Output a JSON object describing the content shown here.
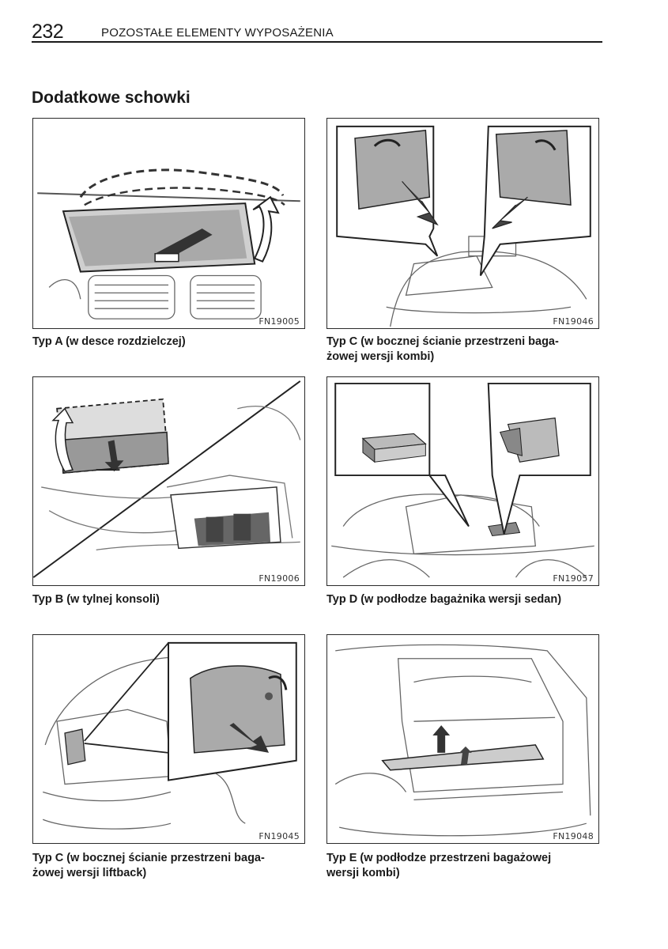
{
  "header": {
    "page_number": "232",
    "section": "POZOSTAŁE ELEMENTY WYPOSAŻENIA"
  },
  "title": "Dodatkowe schowki",
  "figures": [
    {
      "code": "FN19005",
      "caption": "Typ A (w desce rozdzielczej)"
    },
    {
      "code": "FN19046",
      "caption_line1": "Typ C (w bocznej ścianie przestrzeni baga-",
      "caption_line2": "żowej wersji kombi)"
    },
    {
      "code": "FN19006",
      "caption": "Typ B (w tylnej konsoli)"
    },
    {
      "code": "FN19057",
      "caption": "Typ D (w podłodze bagażnika wersji sedan)"
    },
    {
      "code": "FN19045",
      "caption_line1": "Typ C (w bocznej ścianie przestrzeni baga-",
      "caption_line2": "żowej wersji liftback)"
    },
    {
      "code": "FN19048",
      "caption_line1": "Typ E (w podłodze przestrzeni bagażowej",
      "caption_line2": "wersji kombi)"
    }
  ]
}
